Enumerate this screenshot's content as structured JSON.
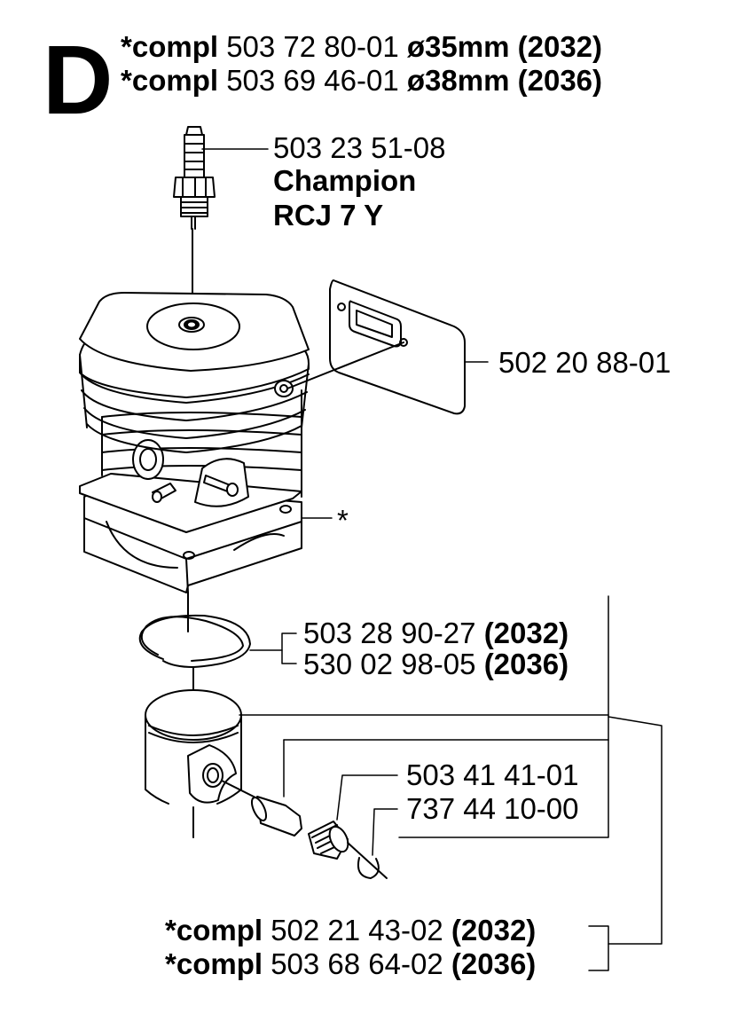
{
  "section_letter": "D",
  "header": {
    "line1": {
      "prefix": "*compl",
      "part": "503 72 80-01",
      "size": "ø35mm",
      "model": "(2032)"
    },
    "line2": {
      "prefix": "*compl",
      "part": "503 69 46-01",
      "size": "ø38mm",
      "model": "(2036)"
    }
  },
  "spark_plug": {
    "part": "503 23 51-08",
    "brand": "Champion",
    "type": "RCJ 7 Y"
  },
  "gasket": {
    "part": "502 20 88-01"
  },
  "cylinder": {
    "marker": "*"
  },
  "piston_ring": {
    "line1": {
      "part": "503 28 90-27",
      "model": "(2032)"
    },
    "line2": {
      "part": "530 02 98-05",
      "model": "(2036)"
    }
  },
  "needle_bearing": {
    "part": "503 41 41-01"
  },
  "circlip": {
    "part": "737 44 10-00"
  },
  "piston_kit": {
    "line1": {
      "prefix": "*compl",
      "part": "502 21 43-02",
      "model": "(2032)"
    },
    "line2": {
      "prefix": "*compl",
      "part": "503 68 64-02",
      "model": "(2036)"
    }
  }
}
